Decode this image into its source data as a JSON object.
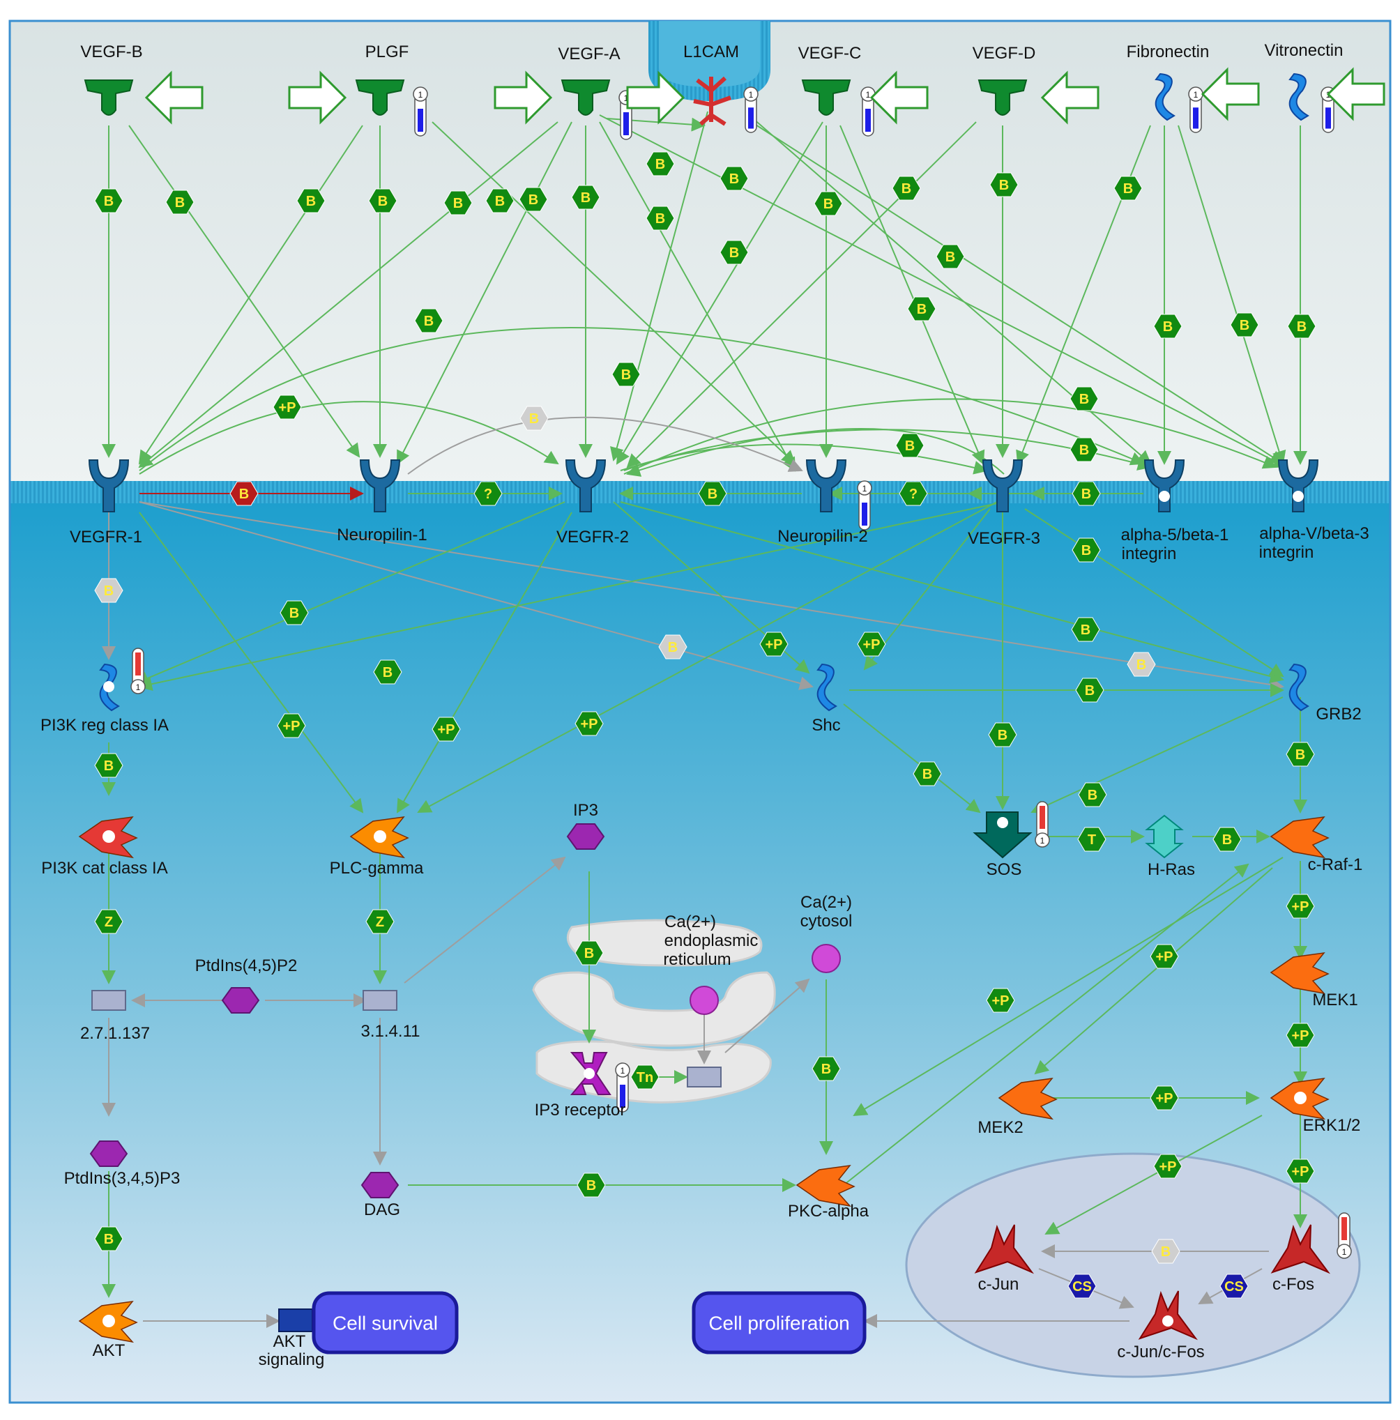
{
  "colors": {
    "badge_binding": "#118a11",
    "badge_binding_red": "#b71c1c",
    "badge_grey": "#cfcfcf",
    "badge_cs": "#1a1aa8",
    "edge_green": "#5cb85c",
    "edge_grey": "#9e9e9e",
    "button_fill": "#5555ee",
    "button_border": "#1a1a9a"
  },
  "nodes": {
    "vegfb": "VEGF-B",
    "plgf": "PLGF",
    "vegfa": "VEGF-A",
    "l1cam": "L1CAM",
    "vegfc": "VEGF-C",
    "vegfd": "VEGF-D",
    "fibronectin": "Fibronectin",
    "vitronectin": "Vitronectin",
    "vegfr1": "VEGFR-1",
    "neuropilin1": "Neuropilin-1",
    "vegfr2": "VEGFR-2",
    "neuropilin2": "Neuropilin-2",
    "vegfr3": "VEGFR-3",
    "a5b1_l1": "alpha-5/beta-1",
    "a5b1_l2": "integrin",
    "avb3_l1": "alpha-V/beta-3",
    "avb3_l2": "integrin",
    "pi3kreg": "PI3K reg class IA",
    "shc": "Shc",
    "grb2": "GRB2",
    "pi3kcat": "PI3K cat class IA",
    "plcg": "PLC-gamma",
    "ip3": "IP3",
    "sos": "SOS",
    "hras": "H-Ras",
    "craf": "c-Raf-1",
    "ca_er_l1": "Ca(2+)",
    "ca_er_l2": "endoplasmic",
    "ca_er_l3": "reticulum",
    "ca_cyt_l1": "Ca(2+)",
    "ca_cyt_l2": "cytosol",
    "ptdins45": "PtdIns(4,5)P2",
    "ec27": "2.7.1.137",
    "ec31": "3.1.4.11",
    "mek1": "MEK1",
    "ip3r": "IP3 receptor",
    "mek2": "MEK2",
    "erk": "ERK1/2",
    "ptdins345": "PtdIns(3,4,5)P3",
    "dag": "DAG",
    "pkca": "PKC-alpha",
    "cjun": "c-Jun",
    "cfos": "c-Fos",
    "cjuncfos": "c-Jun/c-Fos",
    "akt": "AKT",
    "akt_sig_l1": "AKT",
    "akt_sig_l2": "signaling"
  },
  "buttons": {
    "cell_survival": "Cell survival",
    "cell_proliferation": "Cell proliferation"
  },
  "badges": {
    "binding": "B",
    "phospho": "+P",
    "unknown": "?",
    "z": "Z",
    "t": "T",
    "tn": "Tn",
    "cs": "CS"
  },
  "thermometer_label": "1"
}
